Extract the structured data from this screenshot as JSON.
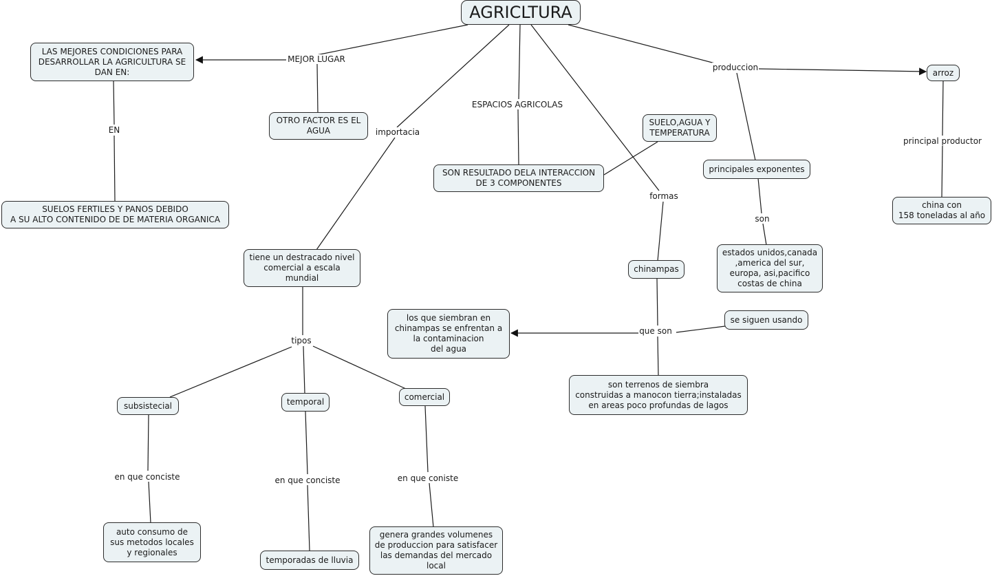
{
  "map_title": "AGRICLTURA",
  "nodes": {
    "root": "AGRICLTURA",
    "mejores_condiciones": "LAS MEJORES CONDICIONES PARA\nDESARROLLAR LA AGRICULTURA SE\nDAN EN:",
    "suelos_fertiles": "SUELOS FERTILES Y PANOS DEBIDO\nA SU ALTO CONTENIDO DE DE MATERIA ORGANICA",
    "otro_factor": "OTRO FACTOR ES EL\nAGUA",
    "son_resultado": "SON RESULTADO DELA INTERACCION\nDE 3 COMPONENTES",
    "suelo_agua_temp": "SUELO,AGUA Y\nTEMPERATURA",
    "nivel_comercial": "tiene un destracado nivel\ncomercial a escala\nmundial",
    "subsistecial": "subsistecial",
    "temporal": "temporal",
    "comercial": "comercial",
    "auto_consumo": "auto consumo de\nsus metodos locales\n y regionales",
    "temporadas_lluvia": "temporadas de lluvia",
    "grandes_volumenes": "genera grandes volumenes\nde produccion para satisfacer\nlas demandas del mercado\nlocal",
    "chinampas": "chinampas",
    "contaminacion": "los que siembran en\nchinampas se enfrentan a\n la contaminacion\ndel agua",
    "se_siguen_usando": "se siguen usando",
    "terrenos_siembra": "son terrenos de siembra\nconstruidas a manocon tierra;instaladas\nen areas poco profundas de lagos",
    "principales_exponentes": "principales exponentes",
    "paises": "estados unidos,canada\n,america del sur,\n europa, asi,pacifico\ncostas de china",
    "arroz": "arroz",
    "china": "china con\n158 toneladas al año"
  },
  "link_labels": {
    "mejor_lugar": "MEJOR LUGAR",
    "en": "EN",
    "importacia": "importacia",
    "espacios_agricolas": "ESPACIOS AGRICOLAS",
    "formas": "formas",
    "produccion": "produccion",
    "principal_productor": "principal productor",
    "son": "son",
    "tipos": "tipos",
    "en_que_conciste_1": "en que conciste",
    "en_que_conciste_2": "en que conciste",
    "en_que_coniste": "en que coniste",
    "que_son": "que son"
  },
  "colors": {
    "node_fill": "#ebf2f4",
    "node_border": "#2b2b2b",
    "line": "#1a1a1a",
    "background": "#ffffff"
  }
}
